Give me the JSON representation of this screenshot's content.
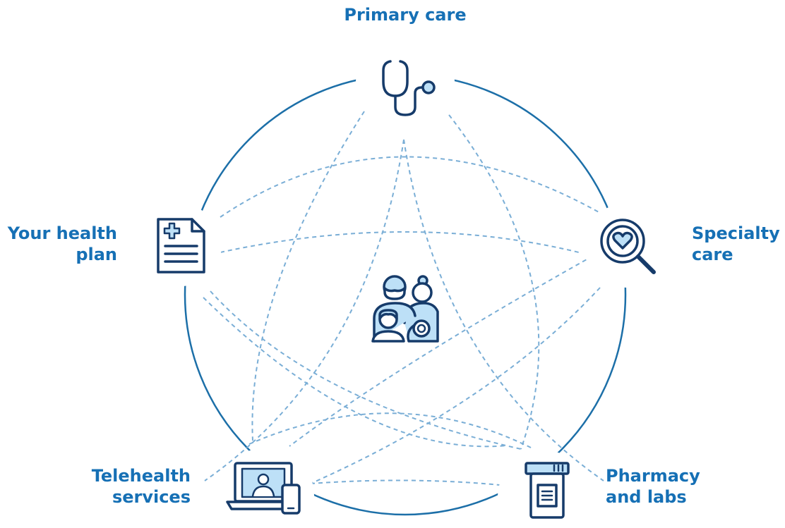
{
  "colors": {
    "accent_text": "#1670b5",
    "ring": "#1c6fa8",
    "dashed_curves": "#7aaed6",
    "icon_stroke": "#163b6a",
    "icon_fill": "#bde0f7"
  },
  "center": {
    "icon": "family-icon"
  },
  "nodes": [
    {
      "id": "primary-care",
      "icon": "stethoscope-icon",
      "label_lines": [
        "Primary care"
      ]
    },
    {
      "id": "specialty-care",
      "icon": "heart-magnifier-icon",
      "label_lines": [
        "Specialty",
        "care"
      ]
    },
    {
      "id": "pharmacy-labs",
      "icon": "pill-bottle-icon",
      "label_lines": [
        "Pharmacy",
        "and labs"
      ]
    },
    {
      "id": "telehealth",
      "icon": "laptop-video-icon",
      "label_lines": [
        "Telehealth",
        "services"
      ]
    },
    {
      "id": "health-plan",
      "icon": "document-cross-icon",
      "label_lines": [
        "Your health",
        "plan"
      ]
    }
  ]
}
